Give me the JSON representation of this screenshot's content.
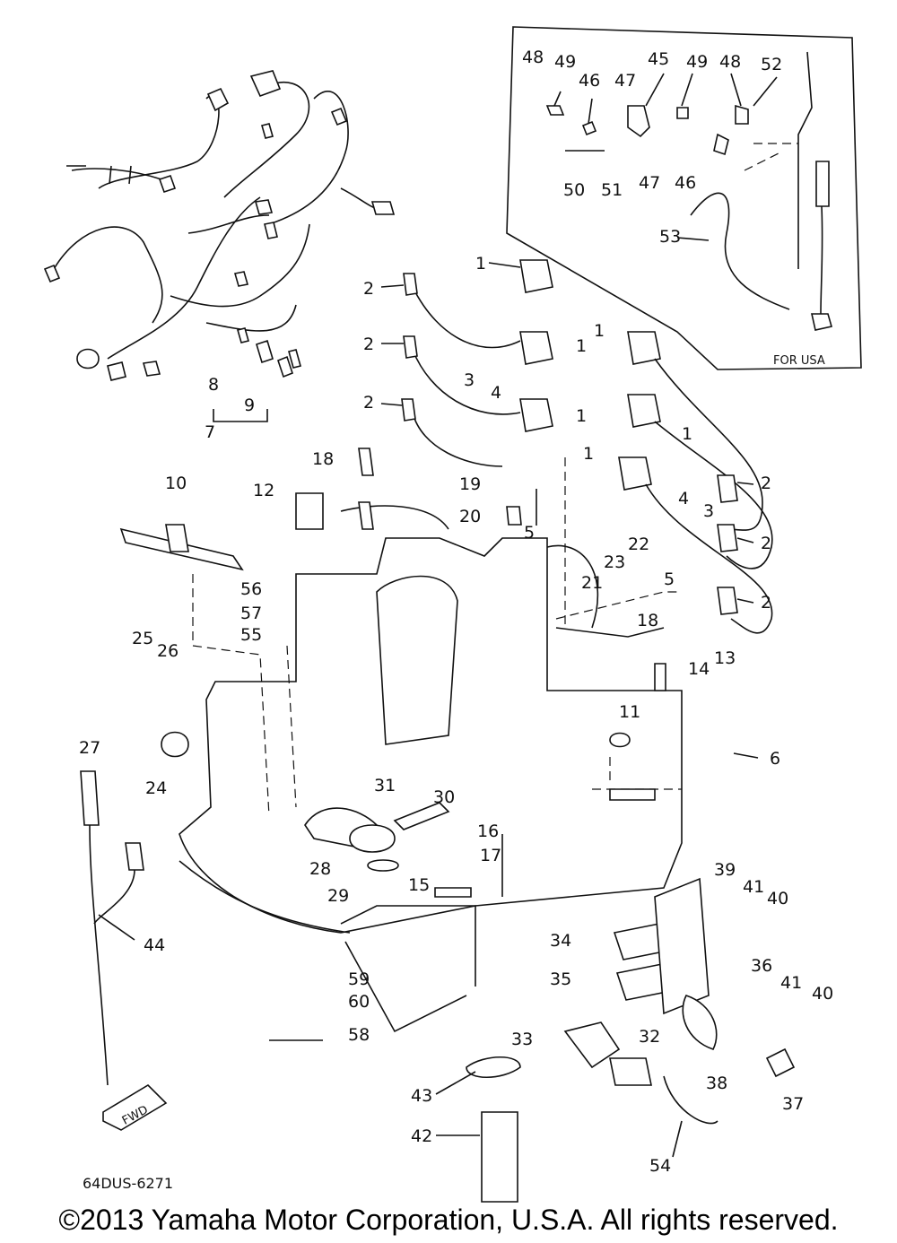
{
  "diagram": {
    "part_labels": [
      "1",
      "2",
      "3",
      "4",
      "5",
      "6",
      "7",
      "8",
      "9",
      "10",
      "11",
      "12",
      "13",
      "14",
      "15",
      "16",
      "17",
      "18",
      "19",
      "20",
      "21",
      "22",
      "23",
      "24",
      "25",
      "26",
      "27",
      "28",
      "29",
      "30",
      "31",
      "32",
      "33",
      "34",
      "35",
      "36",
      "37",
      "38",
      "39",
      "40",
      "41",
      "42",
      "43",
      "44",
      "45",
      "46",
      "47",
      "48",
      "49",
      "50",
      "51",
      "52",
      "53",
      "54",
      "55",
      "56",
      "57",
      "58",
      "59",
      "60"
    ],
    "inset_label": "FOR USA",
    "fwd_label": "FWD",
    "drawing_code": "64DUS-6271"
  },
  "footer": {
    "copyright": "©2013 Yamaha Motor Corporation, U.S.A. All rights reserved."
  }
}
